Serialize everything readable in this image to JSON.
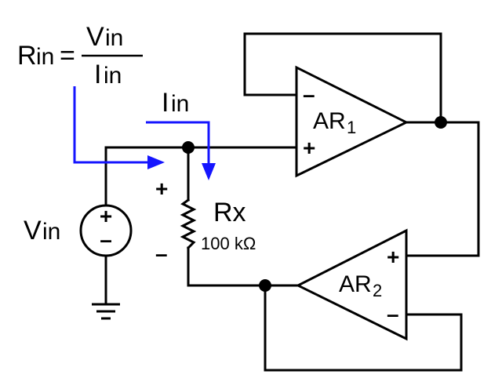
{
  "equation": {
    "lhs_main": "R",
    "lhs_sub": "in",
    "equals": "=",
    "num_main": "V",
    "num_sub": "in",
    "den_main": "I",
    "den_sub": "in"
  },
  "current_label": {
    "main": "I",
    "sub": "in"
  },
  "source_label": {
    "main": "V",
    "sub": "in"
  },
  "source_signs": {
    "plus": "+",
    "minus": "–"
  },
  "resistor": {
    "name": "Rx",
    "value": "100 kΩ"
  },
  "resistor_polarity": {
    "plus": "+",
    "minus": "–"
  },
  "amp1": {
    "name_main": "AR",
    "name_sub": "1",
    "inv_sign": "–",
    "noninv_sign": "+"
  },
  "amp2": {
    "name_main": "AR",
    "name_sub": "2",
    "noninv_sign": "+",
    "inv_sign": "–"
  },
  "colors": {
    "wire": "#000000",
    "arrow": "#1515ff"
  }
}
